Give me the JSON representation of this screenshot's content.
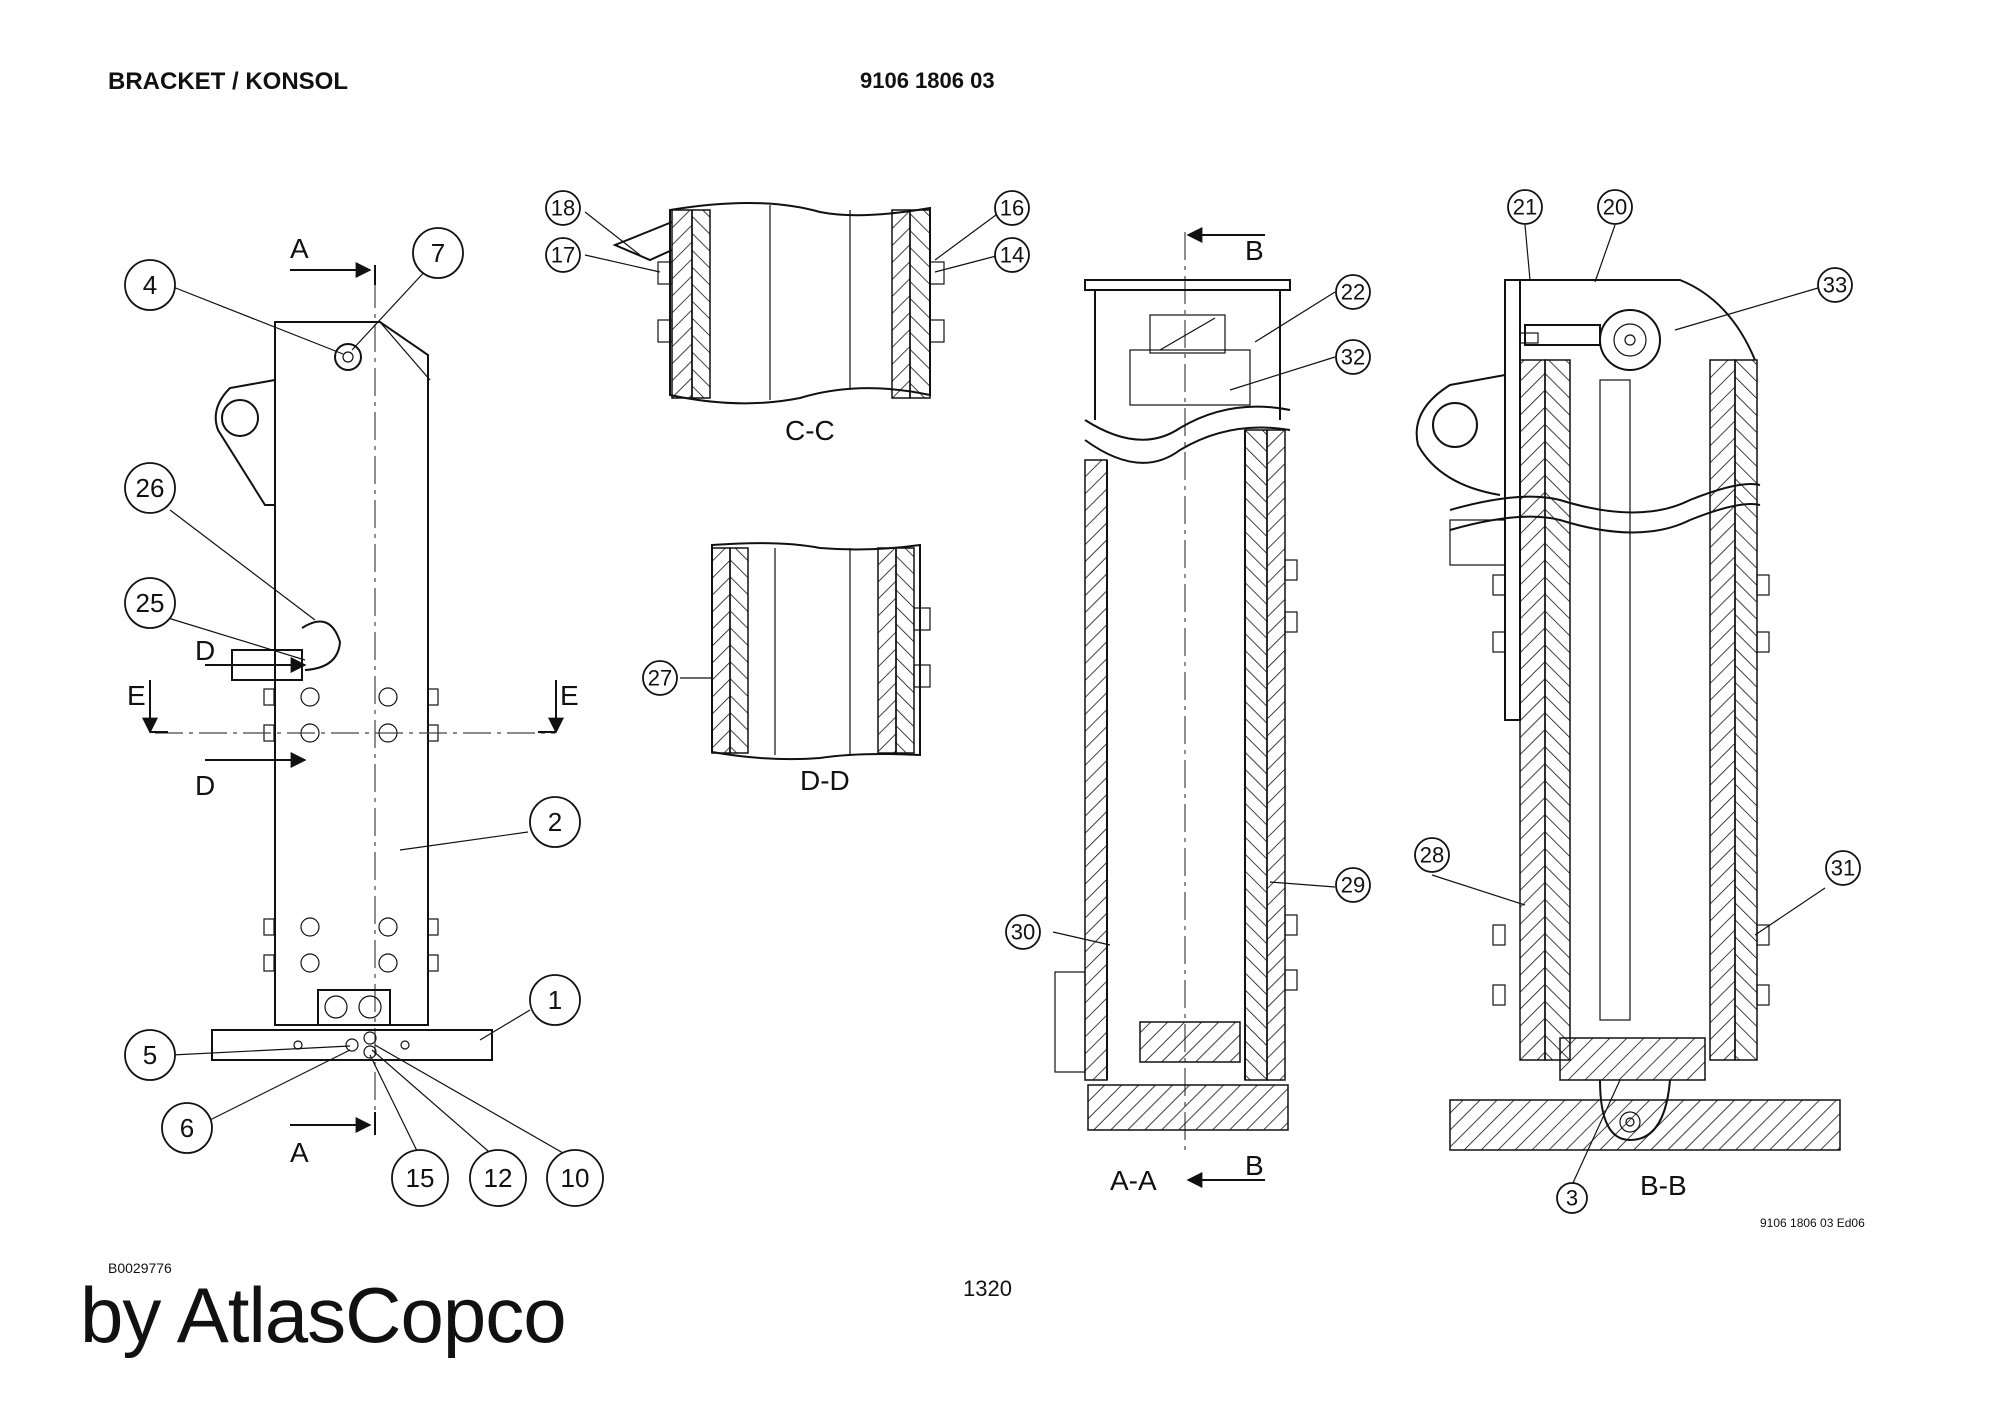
{
  "header": {
    "title": "BRACKET / KONSOL",
    "part_number": "9106 1806 03"
  },
  "footer": {
    "drawing_id": "B0029776",
    "page_number": "1320",
    "edition": "9106 1806 03 Ed06",
    "brand": "by AtlasCopco"
  },
  "section_labels": {
    "cc": "C-C",
    "dd": "D-D",
    "aa": "A-A",
    "bb": "B-B",
    "a": "A",
    "b": "B",
    "d": "D",
    "e": "E"
  },
  "callouts": {
    "c1": "1",
    "c2": "2",
    "c3": "3",
    "c4": "4",
    "c5": "5",
    "c6": "6",
    "c7": "7",
    "c10": "10",
    "c12": "12",
    "c14": "14",
    "c15": "15",
    "c16": "16",
    "c17": "17",
    "c18": "18",
    "c20": "20",
    "c21": "21",
    "c22": "22",
    "c25": "25",
    "c26": "26",
    "c27": "27",
    "c28": "28",
    "c29": "29",
    "c30": "30",
    "c31": "31",
    "c32": "32",
    "c33": "33"
  }
}
